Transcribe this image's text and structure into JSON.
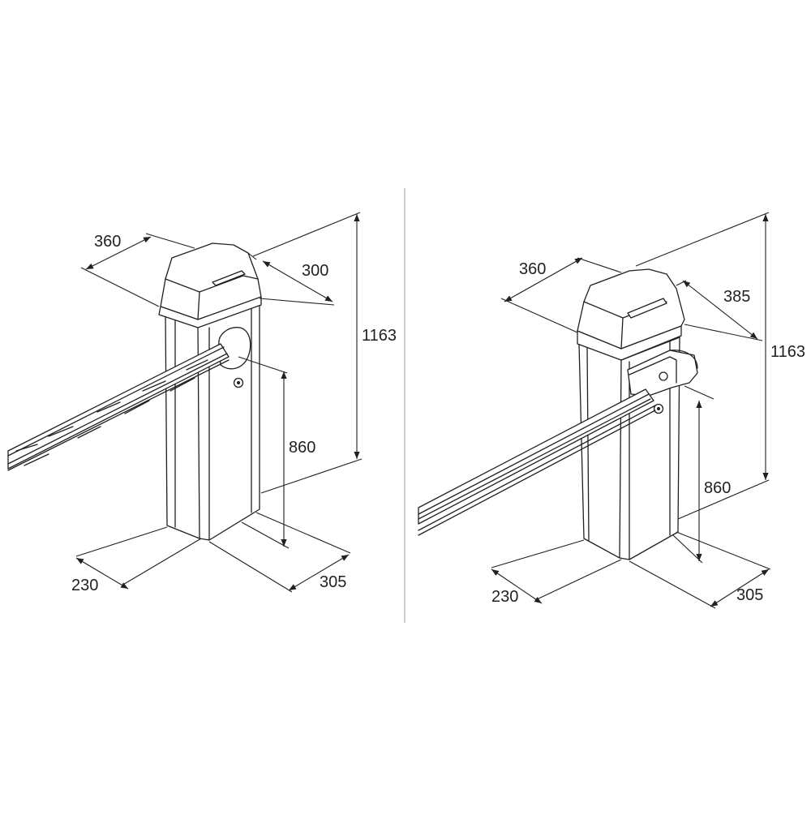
{
  "colors": {
    "line": "#231f20",
    "background": "#ffffff",
    "separator": "#bfbfbf"
  },
  "left_view": {
    "width_dim": "360",
    "depth_dim": "300",
    "height_dim": "1163",
    "boom_height_dim": "860",
    "base_width_dim": "230",
    "base_depth_dim": "305"
  },
  "right_view": {
    "width_dim": "360",
    "depth_dim": "385",
    "height_dim": "1163",
    "boom_height_dim": "860",
    "base_width_dim": "230",
    "base_depth_dim": "305"
  }
}
